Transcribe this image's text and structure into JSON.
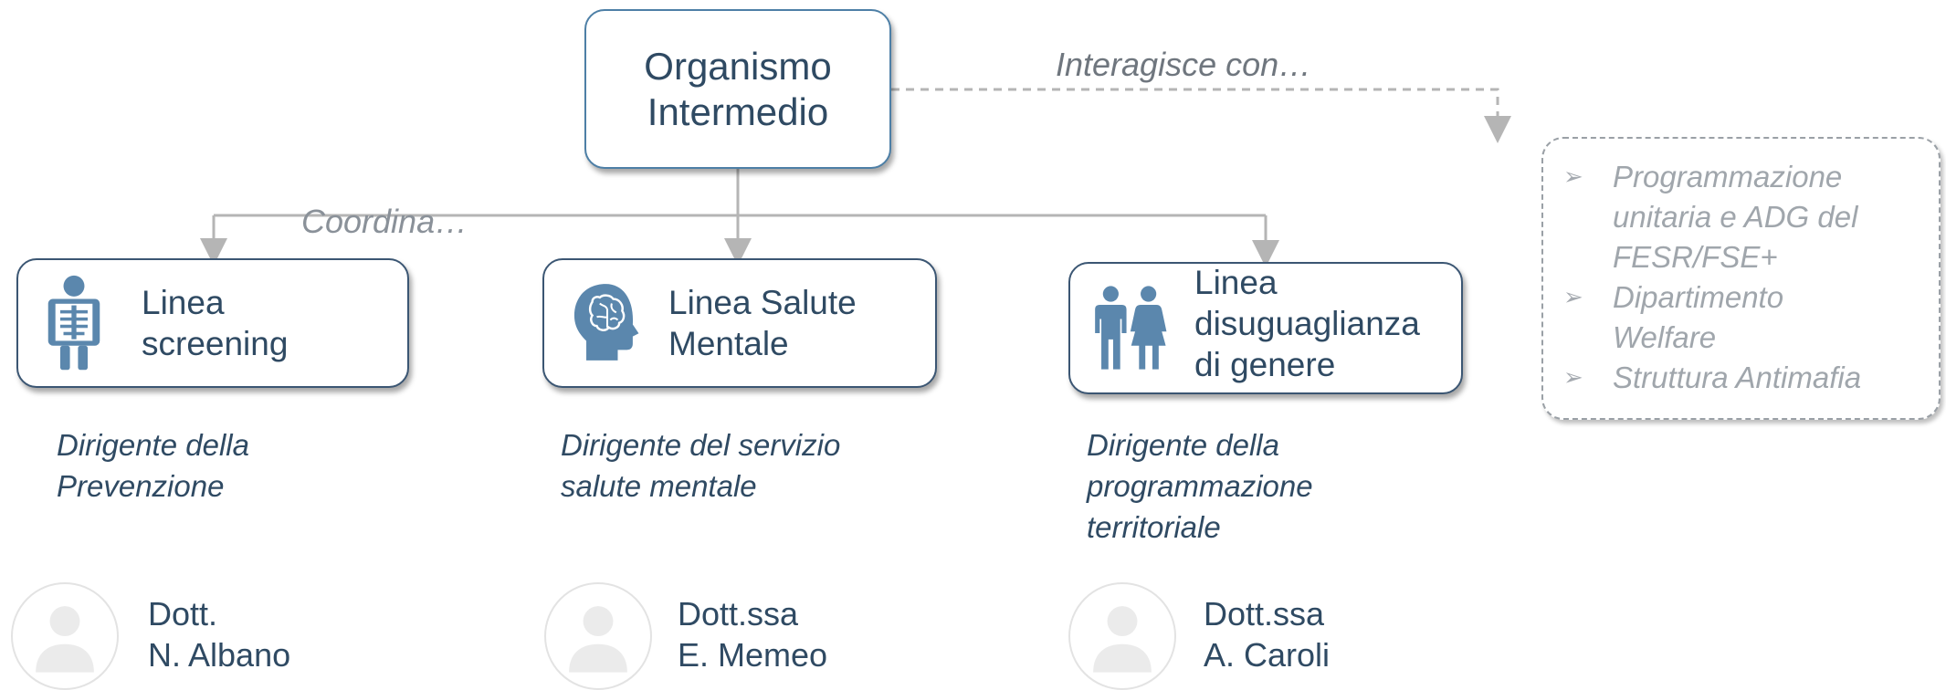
{
  "root": {
    "line1": "Organismo",
    "line2": "Intermedio"
  },
  "relations": {
    "interact": "Interagisce con…",
    "coordinate": "Coordina…"
  },
  "side_list": {
    "items": [
      {
        "l1": "Programmazione",
        "l2": "unitaria e ADG del",
        "l3": "FESR/FSE+"
      },
      {
        "l1": "Dipartimento",
        "l2": "Welfare"
      },
      {
        "l1": "Struttura Antimafia"
      }
    ]
  },
  "lines": [
    {
      "icon": "xray-skeleton-icon",
      "label_l1": "Linea",
      "label_l2": "screening",
      "role_l1": "Dirigente della",
      "role_l2": "Prevenzione",
      "person_l1": "Dott.",
      "person_l2": "N. Albano"
    },
    {
      "icon": "brain-head-icon",
      "label_l1": "Linea Salute",
      "label_l2": "Mentale",
      "role_l1": "Dirigente del servizio",
      "role_l2": "salute mentale",
      "person_l1": "Dott.ssa",
      "person_l2": "E. Memeo"
    },
    {
      "icon": "man-woman-icon",
      "label_l1": "Linea",
      "label_l2": "disuguaglianza",
      "label_l3": "di genere",
      "role_l1": "Dirigente della",
      "role_l2": "programmazione",
      "role_l3": "territoriale",
      "person_l1": "Dott.ssa",
      "person_l2": "A. Caroli"
    }
  ],
  "colors": {
    "box_border": "#3b5673",
    "icon": "#5b87ad",
    "connector": "#b5b5b5",
    "muted_text": "#a0a6ac"
  }
}
